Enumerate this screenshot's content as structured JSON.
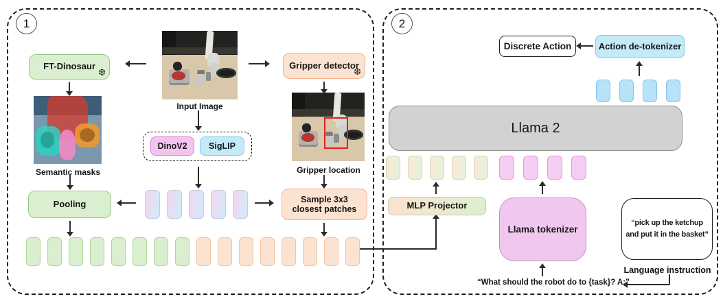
{
  "diagram": {
    "section1_label": "1",
    "section2_label": "2"
  },
  "section1": {
    "ft_dinosaur_label": "FT-Dinosaur",
    "ft_dinosaur_frozen_icon": "❆",
    "input_image_label": "Input Image",
    "gripper_detector_label": "Gripper detector",
    "gripper_detector_frozen_icon": "❆",
    "semantic_masks_label": "Semantic masks",
    "dinov2_label": "DinoV2",
    "siglip_label": "SigLIP",
    "gripper_location_label": "Gripper location",
    "pooling_label": "Pooling",
    "sample_patches_label": "Sample 3x3 closest patches",
    "vision_token_count": 5,
    "semantic_token_count": 8,
    "patch_token_count": 8
  },
  "section2": {
    "discrete_action_label": "Discrete Action",
    "action_detokenizer_label": "Action de-tokenizer",
    "llama2_label": "Llama 2",
    "mlp_projector_label": "MLP Projector",
    "llama_tokenizer_label": "Llama tokenizer",
    "instruction_quote": "“pick up the ketchup and put it in the basket”",
    "language_instruction_label": "Language instruction",
    "prompt_text": "“What should the robot do to {task}? A:”",
    "action_token_count": 4,
    "visual_token_count": 5,
    "text_token_count": 4
  },
  "colors": {
    "green_fill": "#d9efcf",
    "green_border": "#96ca84",
    "orange_fill": "#fce3d1",
    "orange_border": "#f1b28a",
    "pink_fill": "#f3c5ee",
    "pink_border": "#d382c8",
    "cyan_fill": "#c4e9f7",
    "cyan_border": "#7fcbe8",
    "blue_token_fill": "#b7e2f8",
    "blue_token_border": "#83c7e9",
    "pink_token_fill": "#f5ccf2",
    "pink_token_border": "#dd9fd7",
    "gray_fill": "#d2d2d2",
    "gray_border": "#8f8f8f",
    "tokenizer_fill": "#f2c7ef",
    "tokenizer_border": "#bf93bc",
    "line_color": "#2b2b2b",
    "red_box": "#e01f1f"
  }
}
